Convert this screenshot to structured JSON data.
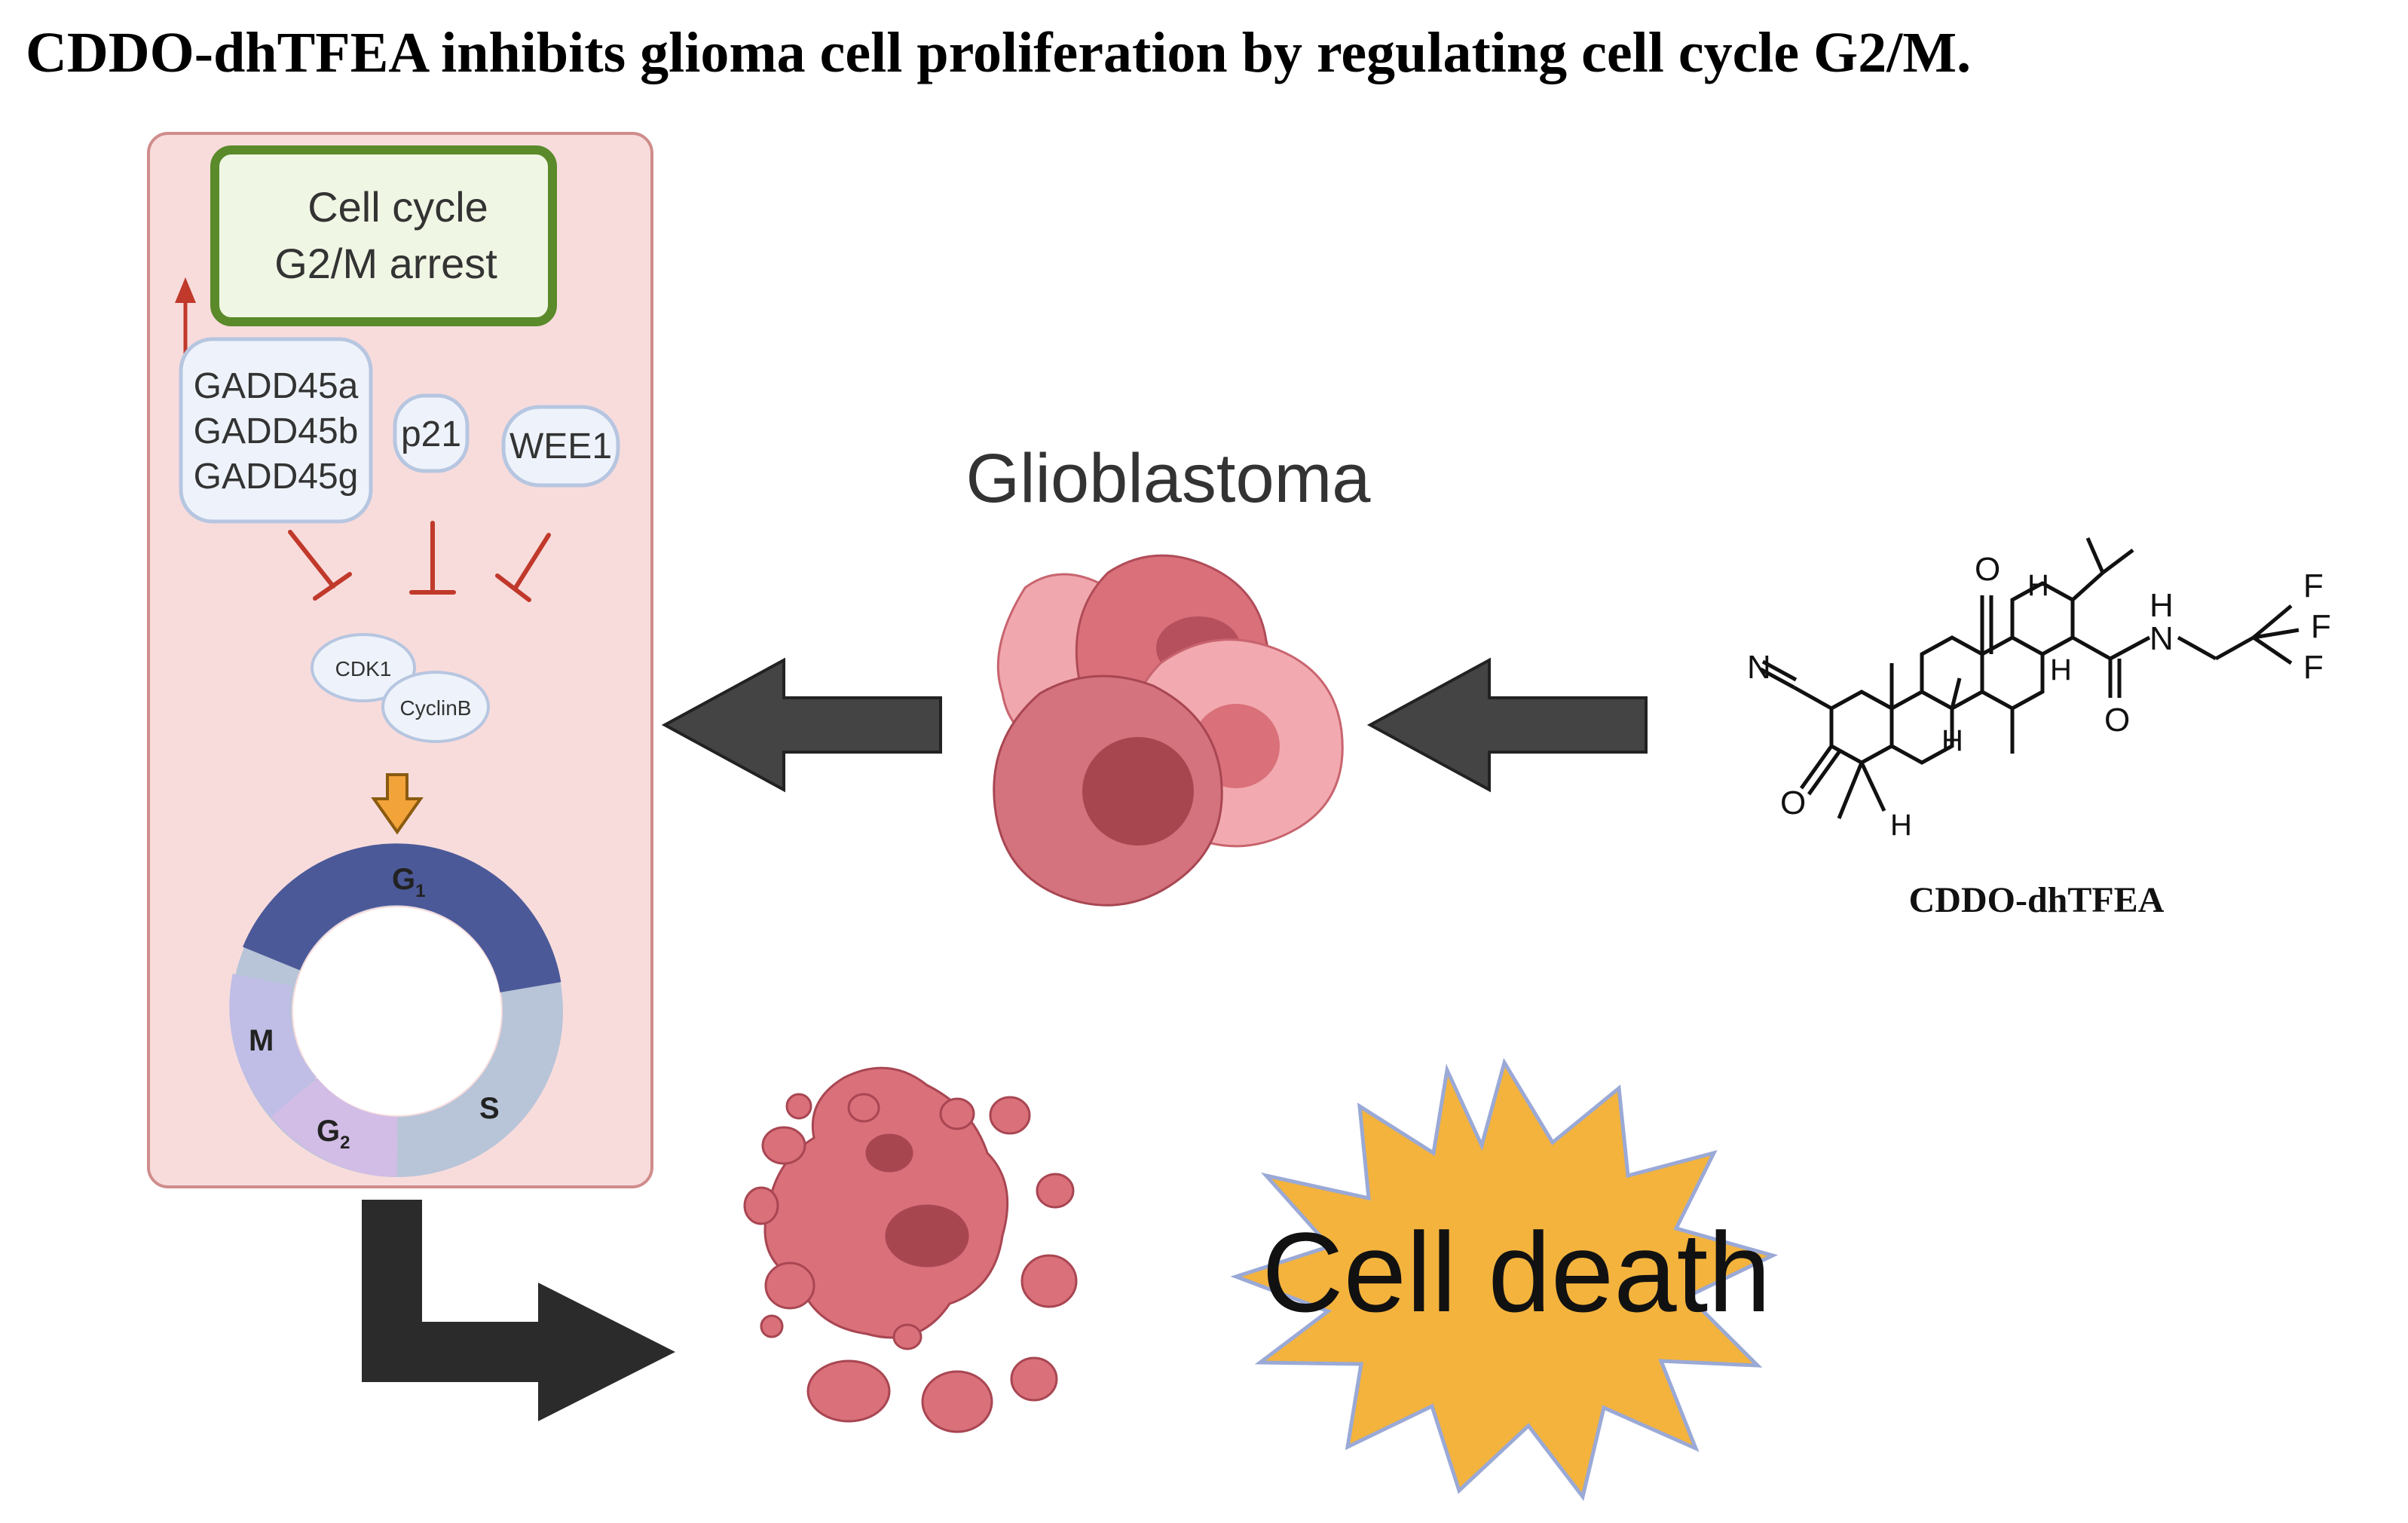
{
  "title": "CDDO-dhTFEA inhibits glioma cell proliferation by regulating cell cycle G2/M.",
  "arrest_box": {
    "line1": "Cell cycle",
    "line2": "G2/M arrest"
  },
  "gadd45": {
    "line1": "GADD45a",
    "line2": "GADD45b",
    "line3": "GADD45g"
  },
  "p21": "p21",
  "wee1": "WEE1",
  "cdk1": "CDK1",
  "cyclinb": "CyclinB",
  "cycle": {
    "g1": "G",
    "g1_sub": "1",
    "s": "S",
    "g2": "G",
    "g2_sub": "2",
    "m": "M"
  },
  "glioblastoma": "Glioblastoma",
  "compound": {
    "name": "CDDO-dhTFEA",
    "atoms": {
      "n_nitrile": "N",
      "o_top": "O",
      "o_left": "O",
      "o_amide": "O",
      "nh": "N",
      "nh_h": "H",
      "f1": "F",
      "f2": "F",
      "f3": "F",
      "h": "H"
    }
  },
  "cell_death": "Cell death",
  "colors": {
    "panel_fill": "#f8dcdc",
    "panel_border": "#d08c8c",
    "arrest_border": "#5a8a2a",
    "arrest_fill": "#f0f6e4",
    "bubble_fill": "#eef3fb",
    "bubble_border": "#b7c6e0",
    "inhibit_red": "#c0392b",
    "g1_color": "#4b5998",
    "s_color": "#b8c4d8",
    "g2_color": "#d2bde6",
    "m_color": "#c0bee6",
    "burst_fill": "#f3b33d",
    "burst_stroke": "#9aa9d6",
    "dark_arrow": "#2b2b2b",
    "cell_pink": "#d9707a"
  }
}
